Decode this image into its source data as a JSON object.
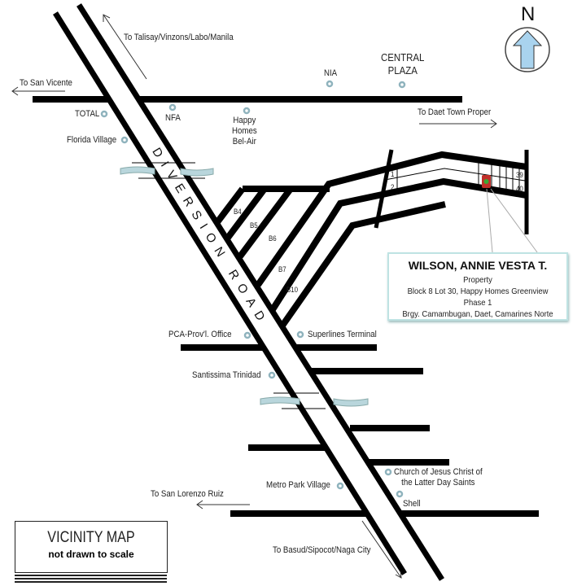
{
  "map": {
    "title": "VICINITY MAP",
    "subtitle": "not drawn to scale",
    "north_label": "N",
    "road_name": "DIVERSION ROAD",
    "directions": {
      "north": "To Talisay/Vinzons/Labo/Manila",
      "west_top": "To San Vicente",
      "east": "To Daet Town Proper",
      "west_bottom": "To San Lorenzo  Ruiz",
      "south": "To Basud/Sipocot/Naga City"
    },
    "landmarks": {
      "total": "TOTAL",
      "nfa": "NFA",
      "happy_homes": [
        "Happy",
        "Homes",
        "Bel-Air"
      ],
      "nia": "NIA",
      "central_plaza": [
        "CENTRAL",
        "PLAZA"
      ],
      "florida": "Florida Village",
      "pca": "PCA-Prov'l. Office",
      "superlines": "Superlines Terminal",
      "santissima": "Santissima Trinidad",
      "metro_park": "Metro Park Village",
      "church": [
        "Church of Jesus Christ of",
        "the Latter Day Saints"
      ],
      "shell": "Shell"
    },
    "blocks": [
      "B4",
      "B5",
      "B6",
      "B7",
      "B10"
    ],
    "lots": [
      "1",
      "2",
      "39",
      "40"
    ],
    "property": {
      "owner": "WILSON, ANNIE VESTA T.",
      "label": "Property",
      "address1": "Block 8 Lot 30, Happy Homes Greenview Phase 1",
      "address2": "Brgy.  Camambugan, Daet, Camarines Norte"
    },
    "colors": {
      "road": "#000000",
      "landmark": "#8fb3bd",
      "water": "#b9d6dc",
      "property": "#c0302a",
      "property_dot": "#3aaa35",
      "arrow": "#a9d3ee"
    }
  }
}
